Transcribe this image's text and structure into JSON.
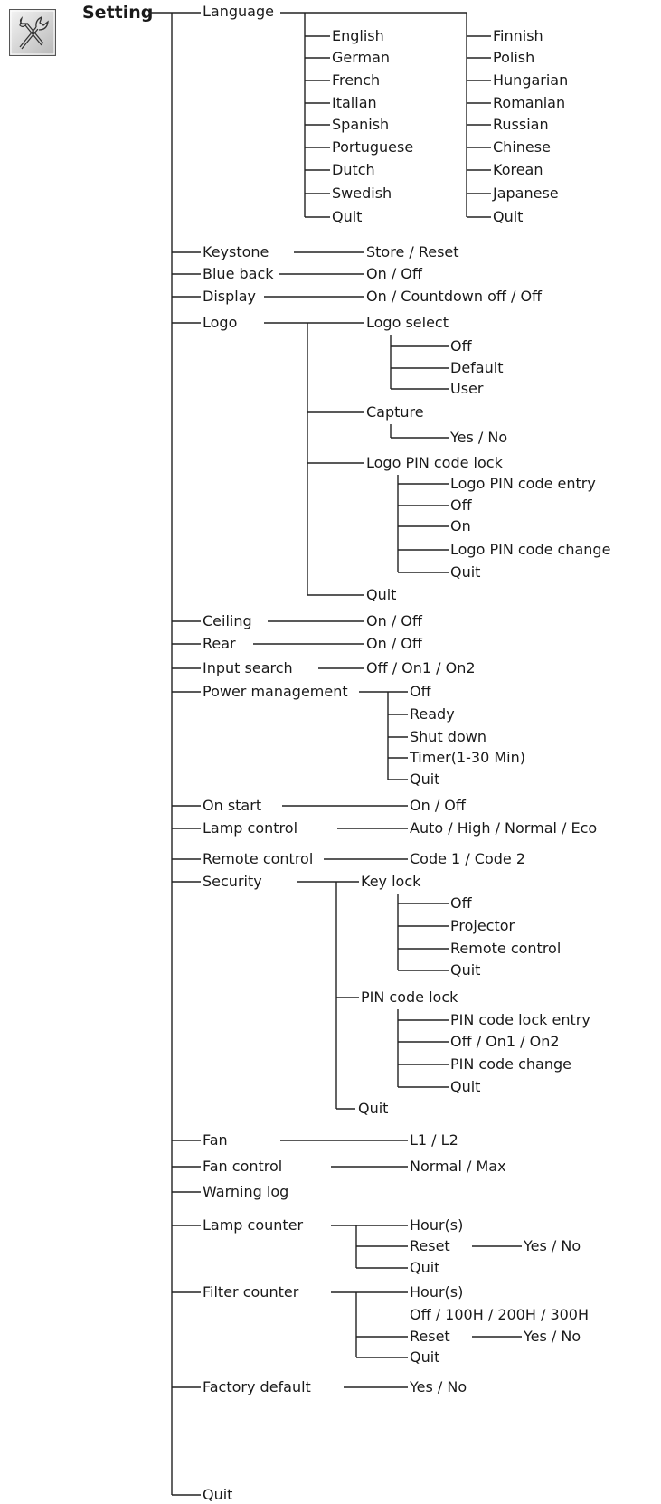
{
  "header": {
    "title": "Setting",
    "icon": "wrench-icon"
  },
  "tree": {
    "language": {
      "label": "Language",
      "col1": [
        "English",
        "German",
        "French",
        "Italian",
        "Spanish",
        "Portuguese",
        "Dutch",
        "Swedish",
        "Quit"
      ],
      "col2": [
        "Finnish",
        "Polish",
        "Hungarian",
        "Romanian",
        "Russian",
        "Chinese",
        "Korean",
        "Japanese",
        "Quit"
      ]
    },
    "keystone": {
      "label": "Keystone",
      "value": "Store / Reset"
    },
    "blue_back": {
      "label": "Blue back",
      "value": "On / Off"
    },
    "display": {
      "label": "Display",
      "value": "On / Countdown off / Off"
    },
    "logo": {
      "label": "Logo",
      "logo_select": {
        "label": "Logo select",
        "items": [
          "Off",
          "Default",
          "User"
        ]
      },
      "capture": {
        "label": "Capture",
        "items": [
          "Yes / No"
        ]
      },
      "pin_lock": {
        "label": "Logo PIN code lock",
        "items": [
          "Logo PIN code entry",
          "Off",
          "On",
          "Logo PIN code change",
          "Quit"
        ]
      },
      "quit": "Quit"
    },
    "ceiling": {
      "label": "Ceiling",
      "value": "On / Off"
    },
    "rear": {
      "label": "Rear",
      "value": "On / Off"
    },
    "input_search": {
      "label": "Input search",
      "value": "Off / On1 / On2"
    },
    "power_management": {
      "label": "Power management",
      "items": [
        "Off",
        "Ready",
        "Shut down",
        "Timer(1-30 Min)",
        "Quit"
      ]
    },
    "on_start": {
      "label": "On start",
      "value": "On / Off"
    },
    "lamp_control": {
      "label": "Lamp control",
      "value": "Auto / High / Normal / Eco"
    },
    "remote_control": {
      "label": "Remote control",
      "value": "Code 1 / Code 2"
    },
    "security": {
      "label": "Security",
      "key_lock": {
        "label": "Key lock",
        "items": [
          "Off",
          "Projector",
          "Remote control",
          "Quit"
        ]
      },
      "pin_lock": {
        "label": "PIN code lock",
        "items": [
          "PIN code lock entry",
          "Off / On1 / On2",
          "PIN code change",
          "Quit"
        ]
      },
      "quit": "Quit"
    },
    "fan": {
      "label": "Fan",
      "value": "L1 / L2"
    },
    "fan_control": {
      "label": "Fan control",
      "value": "Normal / Max"
    },
    "warning_log": {
      "label": "Warning log"
    },
    "lamp_counter": {
      "label": "Lamp counter",
      "hours": "Hour(s)",
      "reset": "Reset",
      "reset_value": "Yes / No",
      "quit": "Quit"
    },
    "filter_counter": {
      "label": "Filter counter",
      "hours": "Hour(s)",
      "options": "Off / 100H / 200H / 300H",
      "reset": "Reset",
      "reset_value": "Yes / No",
      "quit": "Quit"
    },
    "factory_default": {
      "label": "Factory default",
      "value": "Yes / No"
    },
    "quit": "Quit"
  }
}
